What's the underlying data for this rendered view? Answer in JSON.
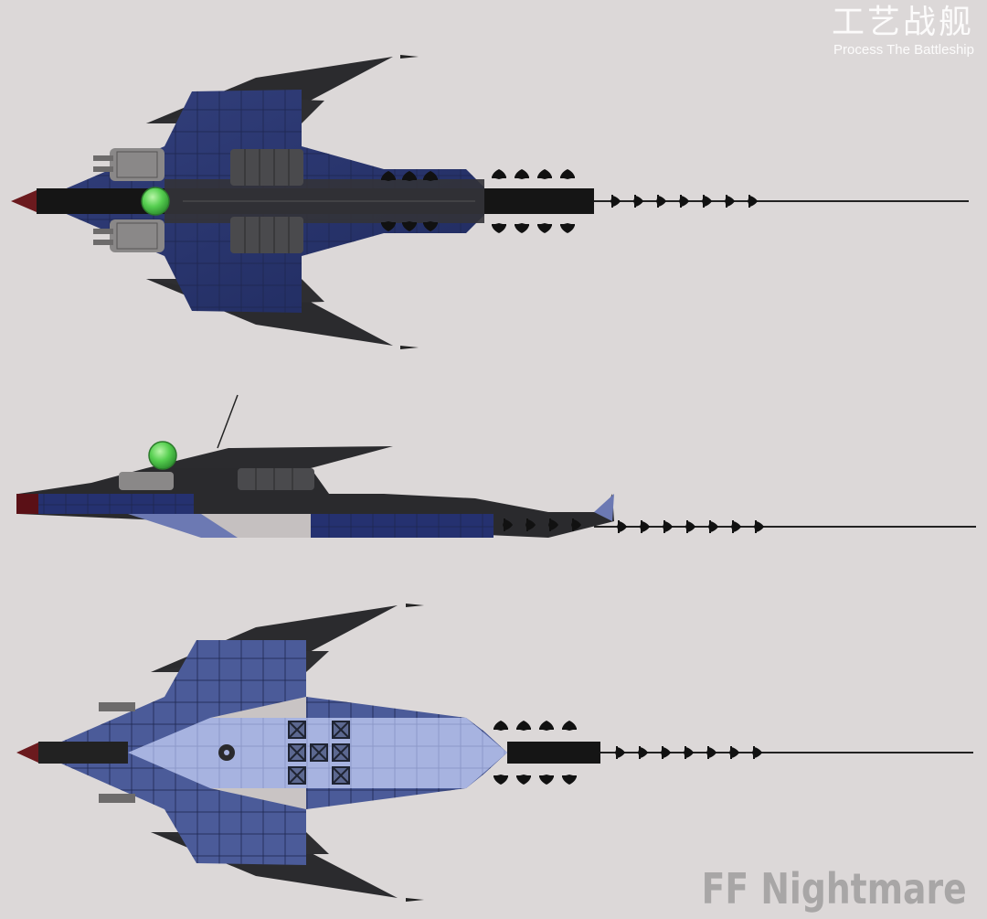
{
  "watermark": {
    "title_cn": "工艺战舰",
    "subtitle_en": "Process The Battleship"
  },
  "ship_name": "FF Nightmare",
  "colors": {
    "background": "#dcd8d8",
    "hull_dark": "#2a2a2c",
    "hull_black": "#151515",
    "panel_navy": "#23306a",
    "panel_blue": "#4a5a98",
    "panel_light": "#a7b3e0",
    "panel_grey": "#cbc6c6",
    "nose_red": "#6b1a1e",
    "dome_green": "#58d158"
  },
  "views": [
    {
      "view": "top"
    },
    {
      "view": "side"
    },
    {
      "view": "bottom"
    }
  ]
}
